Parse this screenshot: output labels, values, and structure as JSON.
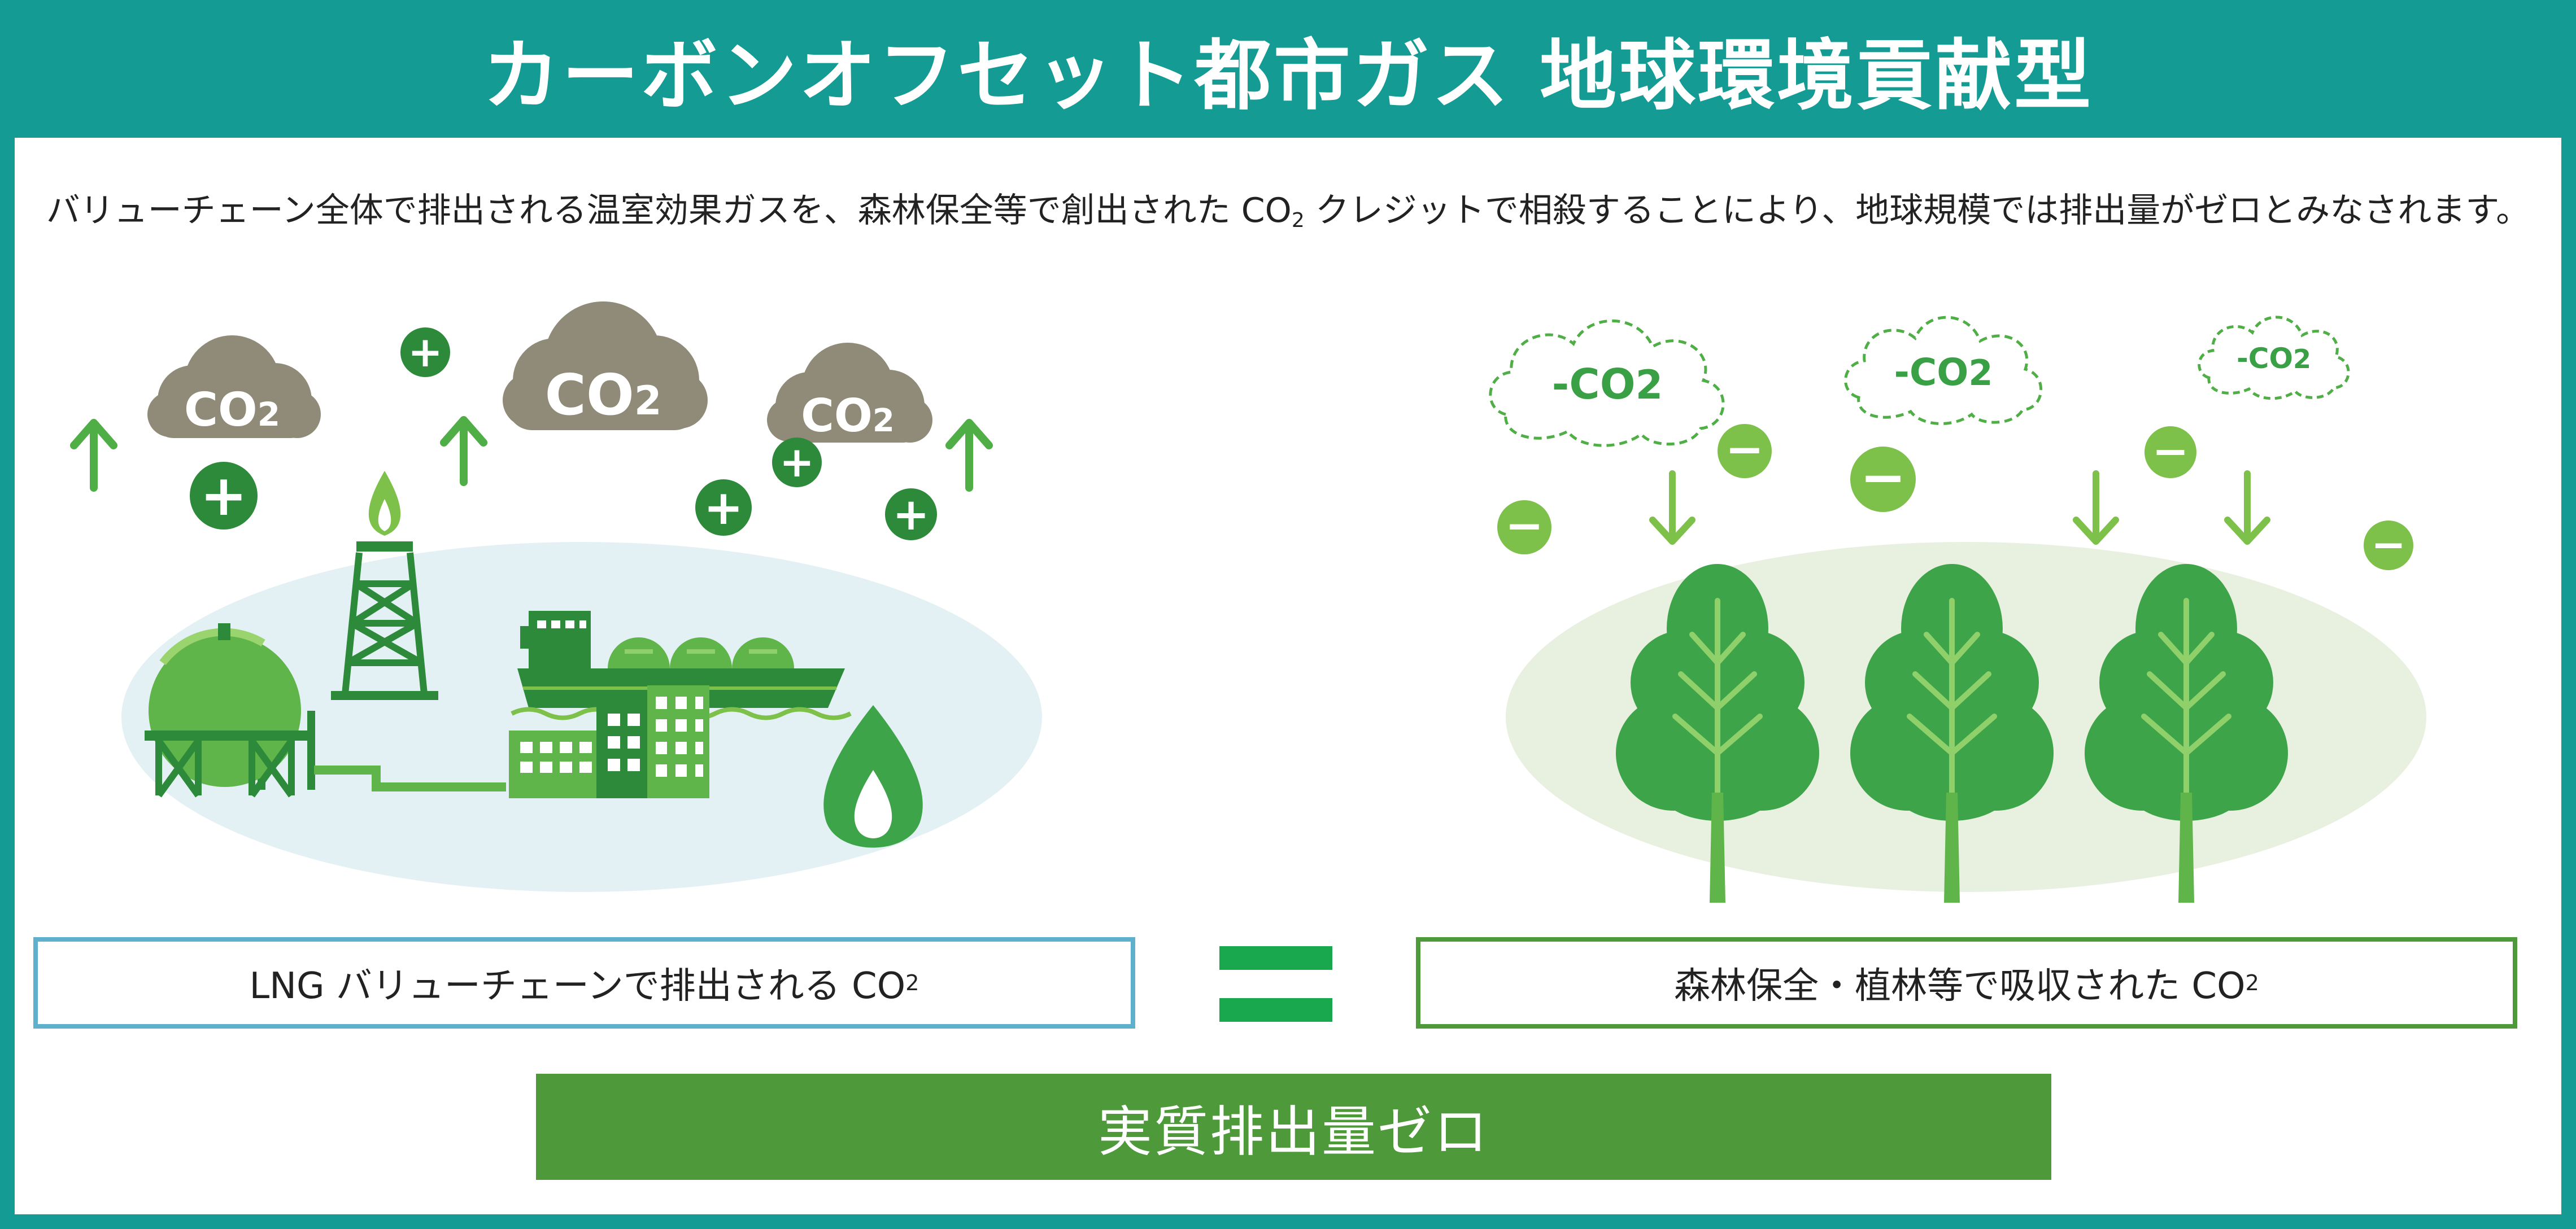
{
  "title": "カーボンオフセット都市ガス 地球環境貢献型",
  "description": {
    "before": "バリューチェーン全体で排出される温室効果ガスを、森林保全等で創出された CO",
    "sub": "2",
    "after": " クレジットで相殺することにより、地球規模では排出量がゼロとみなされます。"
  },
  "emission": {
    "clouds": [
      {
        "main": "CO",
        "sub": "2"
      },
      {
        "main": "CO",
        "sub": "2"
      },
      {
        "main": "CO",
        "sub": "2"
      }
    ],
    "label": {
      "main": "LNG バリューチェーンで排出される CO",
      "sub": "2"
    },
    "plus_sign": "+"
  },
  "absorption": {
    "clouds": [
      {
        "main": "-CO",
        "sub": "2"
      },
      {
        "main": "-CO",
        "sub": "2"
      },
      {
        "main": "-CO",
        "sub": "2"
      }
    ],
    "label": {
      "main": "森林保全・植林等で吸収された CO",
      "sub": "2"
    },
    "minus_sign": "−"
  },
  "result": "実質排出量ゼロ",
  "colors": {
    "header": "#139b94",
    "green_dark": "#2c8a3a",
    "green_light": "#7dc04a",
    "tree": "#3da449",
    "cloud_gray": "#8f8b78",
    "ellipse_left": "#e4f1f4",
    "ellipse_right": "#e8f0e0",
    "label_left_border": "#5fb0cc",
    "label_right_border": "#4e9a3a",
    "equals": "#1aa84e",
    "result_bg": "#4e9a3a"
  },
  "icons": [
    "gas-flare-tower-icon",
    "lng-tanker-ship-icon",
    "gas-holder-tank-icon",
    "factory-building-icon",
    "flame-drop-icon",
    "tree-icon",
    "plus-circle-icon",
    "minus-circle-icon",
    "up-arrow-icon",
    "down-arrow-icon"
  ]
}
